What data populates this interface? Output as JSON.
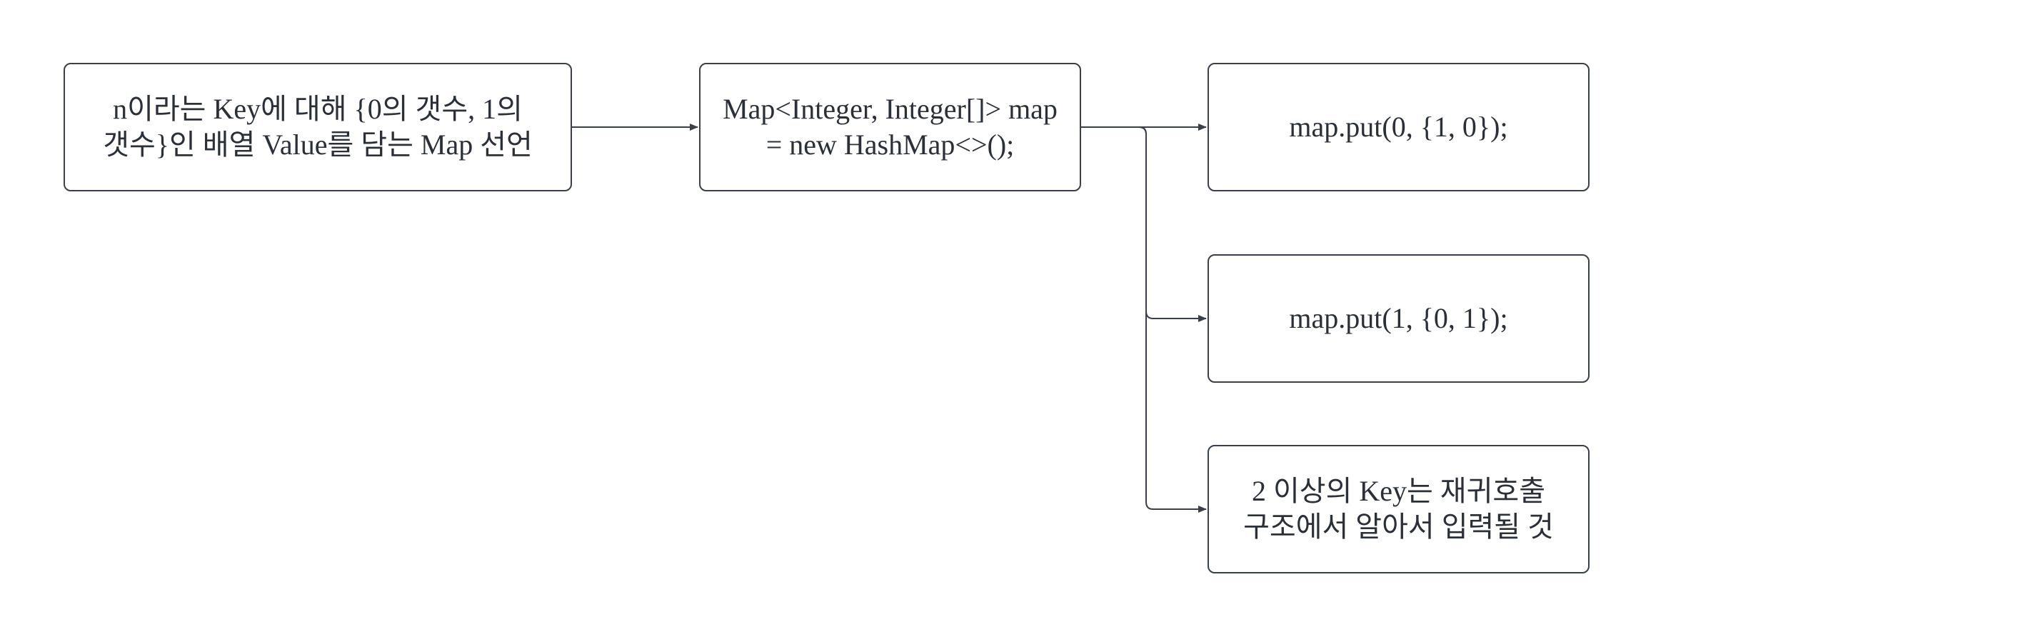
{
  "nodes": {
    "decl": "n이라는 Key에 대해 {0의 갯수, 1의\n갯수}인 배열 Value를 담는 Map 선언",
    "init": "Map<Integer, Integer[]> map\n= new HashMap<>();",
    "put0": "map.put(0, {1, 0});",
    "put1": "map.put(1, {0, 1});",
    "recursion": "2 이상의 Key는 재귀호출\n구조에서 알아서 입력될 것"
  },
  "colors": {
    "line": "#3a3f4b",
    "text": "#2b2f38",
    "background": "#ffffff"
  }
}
